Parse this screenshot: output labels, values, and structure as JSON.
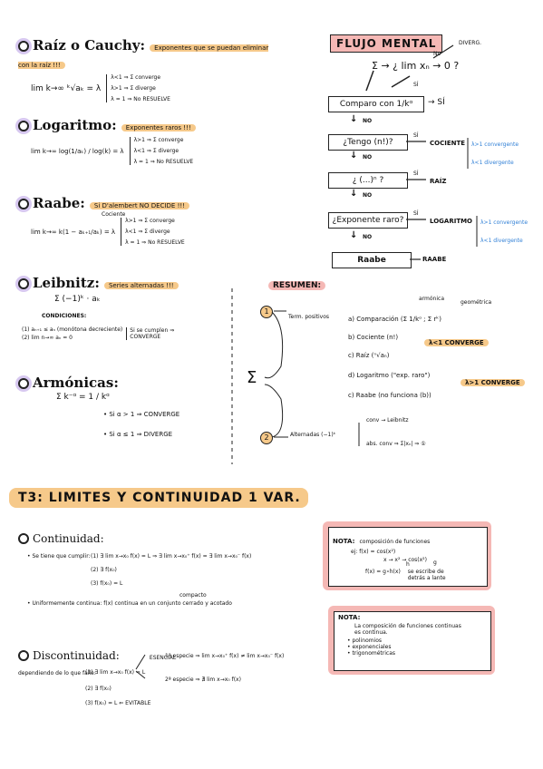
{
  "raiz": {
    "title": "Raíz o Cauchy:",
    "note": "Exponentes que se puedan eliminar con la raíz !!!",
    "formula": "lim k→∞ ᵏ√aₖ = λ",
    "cases": [
      "λ<1 ⇒ Σ converge",
      "λ>1 ⇒ Σ diverge",
      "λ = 1 ⇒ No RESUELVE"
    ]
  },
  "log": {
    "title": "Logaritmo:",
    "note": "Exponentes raros !!!",
    "formula": "lim k→∞ log(1/aₖ) / log(k) = λ",
    "cases": [
      "λ>1 ⇒ Σ converge",
      "λ<1 ⇒ Σ diverge",
      "λ = 1 ⇒ No RESUELVE"
    ]
  },
  "raabe": {
    "title": "Raabe:",
    "note": "Si D'alembert NO DECIDE !!!",
    "cociente_label": "Cociente",
    "formula": "lim k→∞ k(1 − aₖ₊₁/aₖ) = λ",
    "cases": [
      "λ>1 ⇒ Σ converge",
      "λ<1 ⇒ Σ diverge",
      "λ = 1 ⇒ No RESUELVE"
    ]
  },
  "leibnitz": {
    "title": "Leibnitz:",
    "note": "Series alternadas !!!",
    "formula": "Σ (−1)ᵏ · aₖ",
    "cond_title": "CONDICIONES:",
    "cond1": "(1) aₙ₊₁ ≤ aₙ (monótona decreciente)",
    "cond2": "(2) lim n→∞ aₙ = 0",
    "result": "Si se cumplen ⇒ CONVERGE"
  },
  "armonicas": {
    "title": "Armónicas:",
    "formula": "Σ k⁻ᵅ = 1 / kᵅ",
    "case1": "• Si α > 1 ⇒ CONVERGE",
    "case2": "• Si α ≤ 1 ⇒ DIVERGE"
  },
  "flujo": {
    "title": "FLUJO MENTAL",
    "diverg": "DIVERG.",
    "no_top": "No",
    "top": "Σ → ¿ lim xₙ → 0 ?",
    "si": "SÍ",
    "box1": "Comparo con 1/kᵅ",
    "box1_out": "→ SÍ",
    "box2": "¿Tengo (n!)?",
    "box2_out": "COCIENTE",
    "box3": "¿ (...)ⁿ ?",
    "box3_out": "RAÍZ",
    "box4": "¿Exponente raro?",
    "box4_out": "LOGARITMO",
    "box5": "Raabe",
    "box5_out": "RAABE",
    "no": "NO",
    "conv": "λ>1 convergente",
    "div": "λ<1 divergente",
    "conv2": "λ>1 convergente",
    "div2": "λ<1 divergente"
  },
  "resumen": {
    "title": "RESUMEN:",
    "num1": "1",
    "num2": "2",
    "sigma": "Σ",
    "term_pos": "Term. positivos",
    "armonica": "armónica",
    "geometrica": "geométrica",
    "a": "a) Comparación (Σ 1/kᵅ ; Σ rᵏ)",
    "b": "b) Cociente (n!)",
    "c": "c) Raíz (ⁿ√aₙ)",
    "d": "d) Logaritmo (\"exp. raro\")",
    "e": "c) Raabe (no funciona (b))",
    "lt1": "λ<1 CONVERGE",
    "gt1": "λ>1 CONVERGE",
    "alternadas": "Alternadas (−1)ᵏ",
    "conv_leib": "conv → Leibnitz",
    "abs_conv": "abs. conv ⇒ Σ|xₙ| ⇒ ①"
  },
  "t3": {
    "title": "T3: LIMITES Y CONTINUIDAD 1 VAR."
  },
  "continuidad": {
    "title": "Continuidad:",
    "intro": "• Se tiene que cumplir:",
    "c1": "(1) ∃ lim x→x₀ f(x) = L ⇒ ∃ lim x→x₀⁺ f(x) = ∃ lim x→x₀⁻ f(x)",
    "c2": "(2) ∃ f(x₀)",
    "c3": "(3) f(x₀) = L",
    "uniform": "• Uniformemente continua: f(x) continua en un conjunto cerrado y acotado",
    "compacto": "compacto"
  },
  "discont": {
    "title": "Discontinuidad:",
    "intro": "dependiendo de lo que falle:",
    "esencial": "ESENCIAL",
    "d1": "(1) ∃ lim x→x₀ f(x) = L",
    "e1": "1ª especie ⇒ lim x→x₀⁺ f(x) ≠ lim x→x₀⁻ f(x)",
    "e2": "2ª especie ⇒ ∄ lim x→x₀ f(x)",
    "d2": "(2) ∃ f(x₀)",
    "d3": "(3) f(x₀) = L ⇐ EVITABLE"
  },
  "nota1": {
    "title": "NOTA:",
    "subtitle": "composición de funciones",
    "line1": "ej: f(x) = cos(x²)",
    "line2": "x → x² → cos(x²)",
    "line3": "f(x) = g∘h(x)",
    "line4": "se escribe de detrás a lante",
    "h": "h",
    "g": "g"
  },
  "nota2": {
    "title": "NOTA:",
    "text1": "La composición de funciones continuas",
    "text2": "es continua.",
    "items": [
      "• polinomios",
      "• exponenciales",
      "• trigonométricas"
    ]
  },
  "colors": {
    "highlight": "#f6c98a",
    "pink": "#f5b8b5",
    "blue": "#2f7fd6"
  }
}
